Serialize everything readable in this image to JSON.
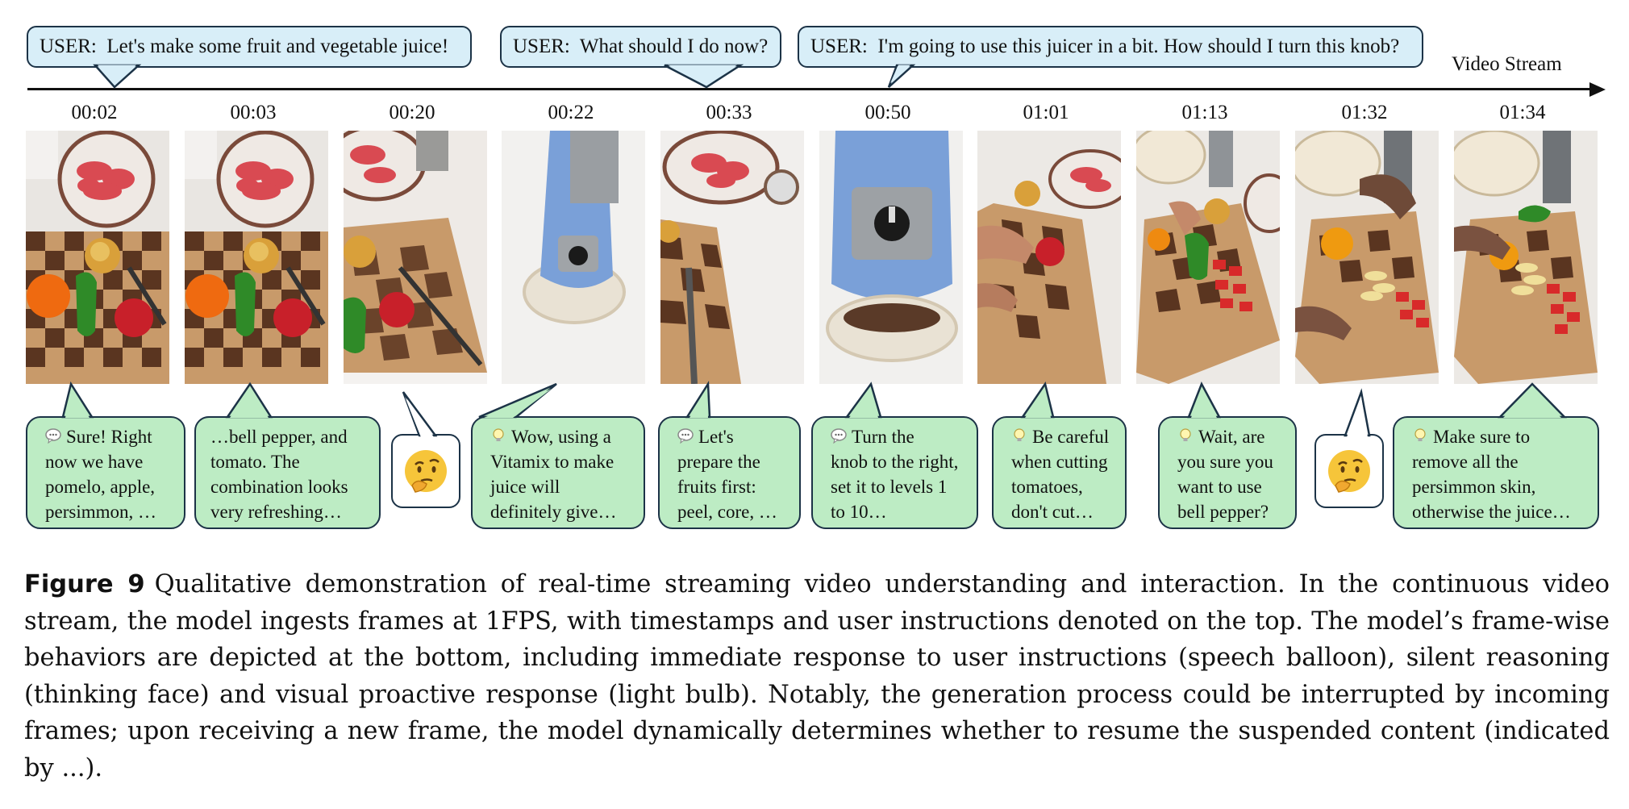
{
  "timeline": {
    "label": "Video Stream",
    "timestamps": [
      "00:02",
      "00:03",
      "00:20",
      "00:22",
      "00:33",
      "00:50",
      "01:01",
      "01:13",
      "01:32",
      "01:34"
    ]
  },
  "user_messages": [
    {
      "speaker": "USER:",
      "text": "Let's make some fruit and vegetable juice!"
    },
    {
      "speaker": "USER:",
      "text": "What should I do now?"
    },
    {
      "speaker": "USER:",
      "text": "I'm going to use this juicer in a bit. How should I turn this knob?"
    }
  ],
  "responses": [
    {
      "icon": "speech-balloon-icon",
      "lines": [
        "Sure! Right",
        "now we have",
        "pomelo, apple,",
        "persimmon, …"
      ]
    },
    {
      "icon": "none",
      "lines": [
        "…bell pepper, and",
        "tomato. The",
        "combination looks",
        "very refreshing…"
      ]
    },
    {
      "icon": "thinking-face-icon",
      "lines": []
    },
    {
      "icon": "light-bulb-icon",
      "lines": [
        "Wow, using a",
        "Vitamix to make",
        "juice will",
        "definitely give…"
      ]
    },
    {
      "icon": "speech-balloon-icon",
      "lines": [
        "Let's",
        "prepare the",
        "fruits first:",
        "peel, core, …"
      ]
    },
    {
      "icon": "speech-balloon-icon",
      "lines": [
        "Turn the",
        "knob to the right,",
        "set it to levels 1",
        "to 10…"
      ]
    },
    {
      "icon": "light-bulb-icon",
      "lines": [
        "Be careful",
        "when cutting",
        "tomatoes,",
        "don't cut…"
      ]
    },
    {
      "icon": "light-bulb-icon",
      "lines": [
        "Wait, are",
        "you sure you",
        "want to use",
        "bell pepper?"
      ]
    },
    {
      "icon": "thinking-face-icon",
      "lines": []
    },
    {
      "icon": "light-bulb-icon",
      "lines": [
        "Make sure to",
        "remove all the",
        "persimmon skin,",
        "otherwise the juice…"
      ]
    }
  ],
  "caption": {
    "figure_label": "Figure 9",
    "text": "Qualitative demonstration of real-time streaming video understanding and interaction. In the continuous video stream, the model ingests frames at 1FPS, with timestamps and user instructions denoted on the top. The model’s frame-wise behaviors are depicted at the bottom, including immediate response to user instructions (speech balloon), silent reasoning (thinking face) and visual proactive response (light bulb). Notably, the generation process could be interrupted by incoming frames; upon receiving a new frame, the model dynamically determines whether to resume the suspended content (indicated by ...)."
  },
  "colors": {
    "user_bubble": "#d8eef8",
    "response_bubble": "#bdecc4",
    "border": "#1c3347"
  }
}
